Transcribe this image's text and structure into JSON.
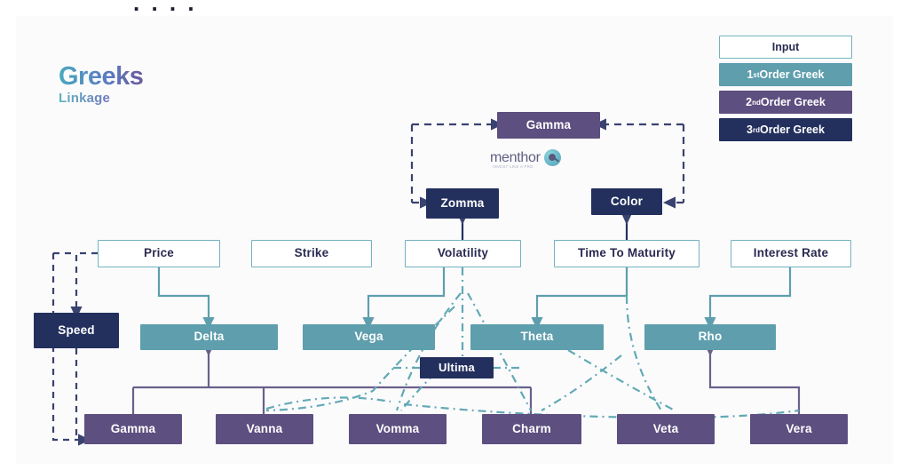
{
  "title": {
    "main": "Greeks",
    "sub": "Linkage"
  },
  "cut_text": ". . . .",
  "legend": {
    "items": [
      {
        "label": "Input",
        "style": "input",
        "color": "#ffffff"
      },
      {
        "label": "1st Order Greek",
        "sup": "st",
        "base": "1",
        "rest": " Order Greek",
        "style": "first",
        "color": "#5e9ead"
      },
      {
        "label": "2nd Order Greek",
        "sup": "nd",
        "base": "2",
        "rest": " Order Greek",
        "style": "second",
        "color": "#5d4f7f"
      },
      {
        "label": "3rd Order Greek",
        "sup": "rd",
        "base": "3",
        "rest": " Order Greek",
        "style": "third",
        "color": "#23305e"
      }
    ]
  },
  "watermark": {
    "text": "menthor",
    "mark": "Q",
    "tagline": "INVEST LIKE A PRO"
  },
  "nodes": {
    "gamma_top": {
      "label": "Gamma",
      "tier": "second"
    },
    "zomma": {
      "label": "Zomma",
      "tier": "third"
    },
    "color": {
      "label": "Color",
      "tier": "third"
    },
    "speed": {
      "label": "Speed",
      "tier": "third"
    },
    "ultima": {
      "label": "Ultima",
      "tier": "third"
    },
    "price": {
      "label": "Price",
      "tier": "input"
    },
    "strike": {
      "label": "Strike",
      "tier": "input"
    },
    "volatility": {
      "label": "Volatility",
      "tier": "input"
    },
    "time_to_maturity": {
      "label": "Time To Maturity",
      "tier": "input"
    },
    "interest_rate": {
      "label": "Interest Rate",
      "tier": "input"
    },
    "delta": {
      "label": "Delta",
      "tier": "first"
    },
    "vega": {
      "label": "Vega",
      "tier": "first"
    },
    "theta": {
      "label": "Theta",
      "tier": "first"
    },
    "rho": {
      "label": "Rho",
      "tier": "first"
    },
    "gamma_bottom": {
      "label": "Gamma",
      "tier": "second"
    },
    "vanna": {
      "label": "Vanna",
      "tier": "second"
    },
    "vomma": {
      "label": "Vomma",
      "tier": "second"
    },
    "charm": {
      "label": "Charm",
      "tier": "second"
    },
    "veta": {
      "label": "Veta",
      "tier": "second"
    },
    "vera": {
      "label": "Vera",
      "tier": "second"
    }
  },
  "colors": {
    "input_border": "#73b3be",
    "first_order": "#5e9ead",
    "second_order": "#5d4f7f",
    "third_order": "#23305e",
    "wire_teal": "#5e9ead",
    "wire_purple": "#6a5f8c",
    "wire_dash_navy": "#3a4270",
    "background": "#fbfbfc"
  }
}
